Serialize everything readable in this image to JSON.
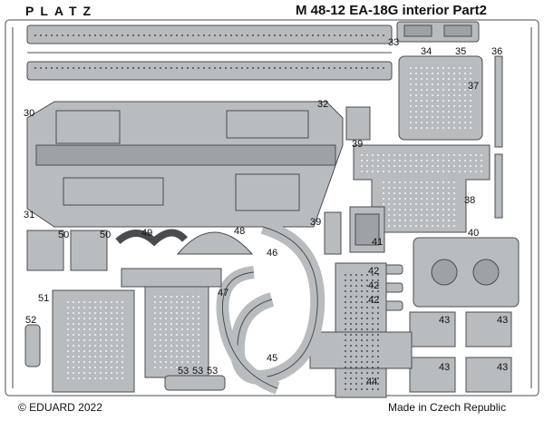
{
  "sheet": {
    "brand": "PLATZ",
    "title": "M 48-12   EA-18G interior   Part2",
    "copyright": "© EDUARD 2022",
    "origin": "Made in Czech Republic",
    "colors": {
      "metal": "#b9bcbf",
      "metal_dark": "#9ea2a6",
      "outline": "#4a4d50",
      "rivet": "#f5f5f5",
      "background": "#ffffff"
    }
  },
  "part_labels": [
    "30",
    "31",
    "32",
    "33",
    "34",
    "35",
    "36",
    "37",
    "38",
    "39",
    "39",
    "40",
    "41",
    "42",
    "42",
    "42",
    "43",
    "43",
    "43",
    "43",
    "44",
    "45",
    "46",
    "47",
    "48",
    "49",
    "50",
    "50",
    "51",
    "52",
    "53",
    "53",
    "53"
  ]
}
